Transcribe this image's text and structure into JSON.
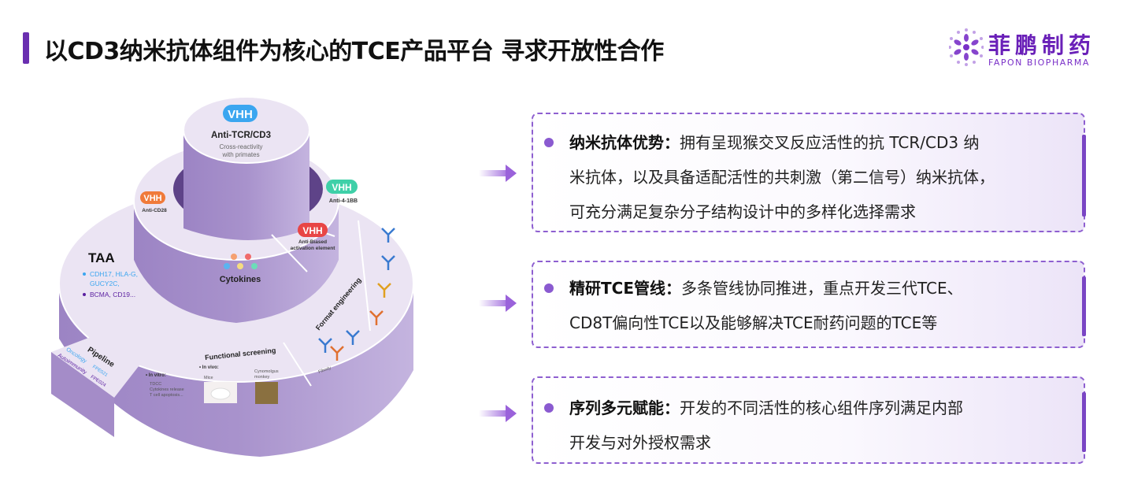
{
  "header": {
    "title": "以CD3纳米抗体组件为核心的TCE产品平台 寻求开放性合作"
  },
  "logo": {
    "cn": "菲鹏制药",
    "en": "FAPON BIOPHARMA"
  },
  "diagram": {
    "top": {
      "badge": "VHH",
      "title": "Anti-TCR/CD3",
      "sub1": "Cross-reactivity",
      "sub2": "with primates"
    },
    "cd28": {
      "badge": "VHH",
      "label": "Anti-CD28"
    },
    "a41bb": {
      "badge": "VHH",
      "label": "Anti-4-1BB"
    },
    "biased": {
      "badge": "VHH",
      "label1": "Anti-Biased",
      "label2": "activation element"
    },
    "cytokines": "Cytokines",
    "taa": {
      "title": "TAA",
      "item1a": "CDH17, HLA-G,",
      "item1b": "GUCY2C,",
      "item2": "BCMA, CD19..."
    },
    "pipeline": {
      "title": "Pipeline",
      "oncology": "Oncology",
      "onc_code": "FPE021",
      "autoimmunity": "Autoimmunity",
      "auto_code": "FPE024"
    },
    "functional": {
      "title": "Functional screening",
      "invitro": "• In vitro:",
      "iv1": "TDCC",
      "iv2": "Cytokines release",
      "iv3": "T cell apoptosis...",
      "invivo": "• In vivo:",
      "mice": "Mice",
      "monkey1": "Cynomolgus",
      "monkey2": "monkey"
    },
    "format": {
      "title": "Format engineering",
      "fibody": "Fibody"
    }
  },
  "points": [
    {
      "head": "纳米抗体优势：",
      "lines": [
        "拥有呈现猴交叉反应活性的抗 TCR/CD3 纳",
        "米抗体，以及具备适配活性的共刺激（第二信号）纳米抗体，",
        "可充分满足复杂分子结构设计中的多样化选择需求"
      ]
    },
    {
      "head": "精研TCE管线：",
      "lines": [
        "多条管线协同推进，重点开发三代TCE、",
        "CD8T偏向性TCE以及能够解决TCE耐药问题的TCE等"
      ]
    },
    {
      "head": "序列多元赋能：",
      "lines": [
        "开发的不同活性的核心组件序列满足内部",
        "开发与对外授权需求"
      ]
    }
  ],
  "colors": {
    "accent": "#6a2fb0",
    "ring_top": "#ebe4f3",
    "ring_wall": "#a48cc8",
    "vhh_blue": "#3ba6f0",
    "vhh_orange": "#f07a3a",
    "vhh_green": "#3fd0a8",
    "vhh_red": "#e84545"
  }
}
